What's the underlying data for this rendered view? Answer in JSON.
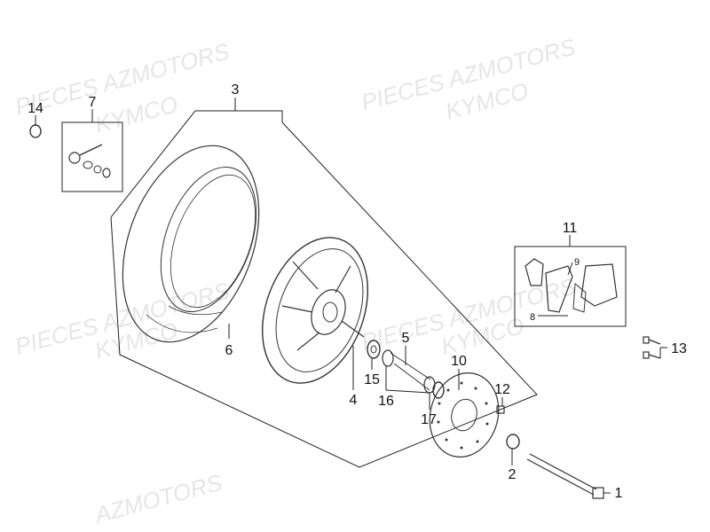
{
  "watermarks": [
    {
      "text": "PIECES AZMOTORS"
    },
    {
      "text": "KYMCO"
    },
    {
      "text": "PIECES AZMOTORS"
    },
    {
      "text": "KYMCO"
    },
    {
      "text": "PIECES AZMOTORS"
    },
    {
      "text": "KYMCO"
    },
    {
      "text": "PIECES AZMOTORS"
    },
    {
      "text": "KYMCO"
    },
    {
      "text": "AZMOTORS"
    }
  ],
  "callouts": {
    "p1": "1",
    "p2": "2",
    "p3": "3",
    "p4": "4",
    "p5": "5",
    "p6": "6",
    "p7": "7",
    "p8": "8",
    "p9": "9",
    "p10": "10",
    "p11": "11",
    "p12": "12",
    "p13": "13",
    "p14": "14",
    "p15": "15",
    "p16": "16",
    "p17": "17"
  }
}
